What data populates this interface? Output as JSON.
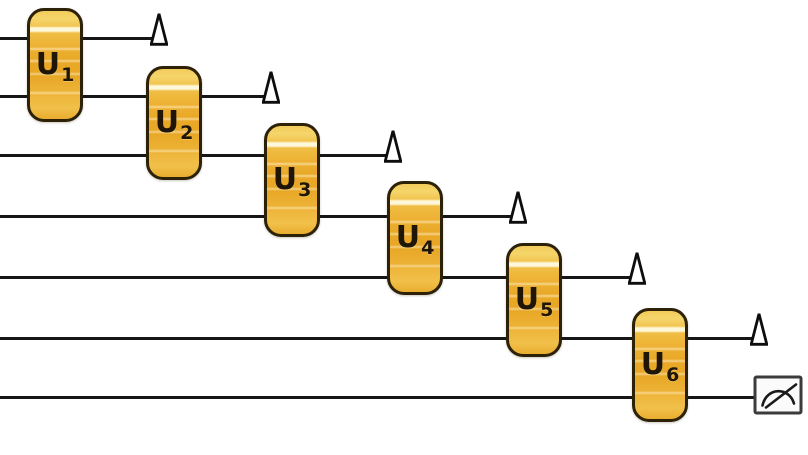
{
  "diagram": {
    "type": "quantum-circuit",
    "description": "Staircase of two-qubit unitary gates; each gate's upper wire ends in a discard (trace-out) triangle; the final wire ends in a measurement meter.",
    "background_color": "#ffffff",
    "wire_color": "#161616",
    "num_wires": 7,
    "gates": [
      {
        "name": "U1",
        "label": "U",
        "subscript": "1",
        "wires": "1-2"
      },
      {
        "name": "U2",
        "label": "U",
        "subscript": "2",
        "wires": "2-3"
      },
      {
        "name": "U3",
        "label": "U",
        "subscript": "3",
        "wires": "3-4"
      },
      {
        "name": "U4",
        "label": "U",
        "subscript": "4",
        "wires": "4-5"
      },
      {
        "name": "U5",
        "label": "U",
        "subscript": "5",
        "wires": "5-6"
      },
      {
        "name": "U6",
        "label": "U",
        "subscript": "6",
        "wires": "6-7"
      }
    ],
    "gate_style": {
      "fill_light": "#f5d56b",
      "fill_dark": "#e8a726",
      "highlight": "#fffbe2",
      "border": "#2d2108",
      "label_color": "#201607"
    },
    "discard_symbols": [
      {
        "glyph": "Δ",
        "wire": 1
      },
      {
        "glyph": "Δ",
        "wire": 2
      },
      {
        "glyph": "Δ",
        "wire": 3
      },
      {
        "glyph": "Δ",
        "wire": 4
      },
      {
        "glyph": "Δ",
        "wire": 5
      },
      {
        "glyph": "Δ",
        "wire": 6
      }
    ],
    "measurement": {
      "wire": 7,
      "icon": "meter-icon"
    }
  }
}
